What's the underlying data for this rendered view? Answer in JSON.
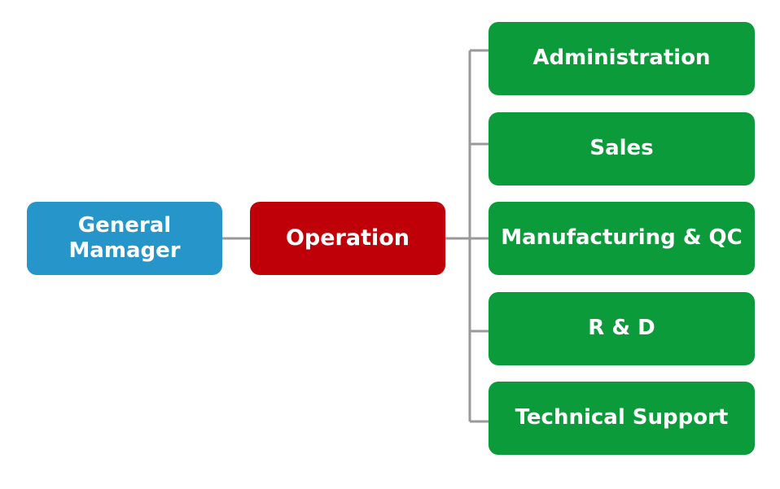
{
  "diagram": {
    "nodes": {
      "general_manager": {
        "label": "General Mamager",
        "color": "#2695C9"
      },
      "operation": {
        "label": "Operation",
        "color": "#C00008"
      },
      "departments": [
        {
          "label": "Administration",
          "color": "#0C9B3A"
        },
        {
          "label": "Sales",
          "color": "#0C9B3A"
        },
        {
          "label": "Manufacturing & QC",
          "color": "#0C9B3A"
        },
        {
          "label": "R & D",
          "color": "#0C9B3A"
        },
        {
          "label": "Technical Support",
          "color": "#0C9B3A"
        }
      ]
    },
    "edges": [
      {
        "from": "General Mamager",
        "to": "Operation"
      },
      {
        "from": "Operation",
        "to": "Administration"
      },
      {
        "from": "Operation",
        "to": "Sales"
      },
      {
        "from": "Operation",
        "to": "Manufacturing & QC"
      },
      {
        "from": "Operation",
        "to": "R & D"
      },
      {
        "from": "Operation",
        "to": "Technical Support"
      }
    ],
    "connector_color": "#999999"
  }
}
